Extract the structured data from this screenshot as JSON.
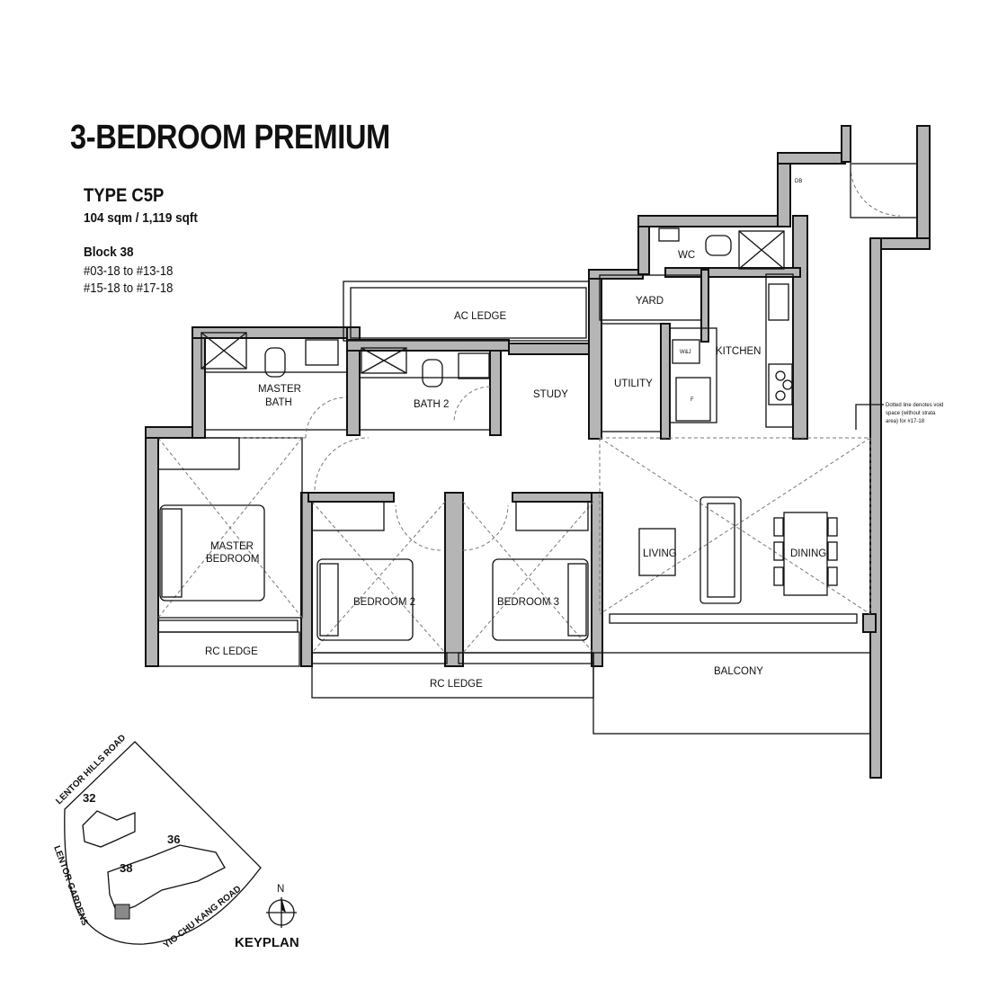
{
  "title": "3-BEDROOM PREMIUM",
  "unit_type": "TYPE C5P",
  "area": "104 sqm / 1,119 sqft",
  "block": "Block 38",
  "unit_ranges": [
    "#03-18 to #13-18",
    "#15-18 to #17-18"
  ],
  "rooms": {
    "ac_ledge": "AC LEDGE",
    "master_bath_1": "MASTER",
    "master_bath_2": "BATH",
    "bath2": "BATH 2",
    "study": "STUDY",
    "yard": "YARD",
    "wc": "WC",
    "utility": "UTILITY",
    "kitchen": "KITCHEN",
    "wsj": "W&J",
    "db": "DB",
    "fridge": "F",
    "master_bedroom_1": "MASTER",
    "master_bedroom_2": "BEDROOM",
    "bedroom2": "BEDROOM 2",
    "bedroom3": "BEDROOM 3",
    "living": "LIVING",
    "dining": "DINING",
    "rc_ledge_left": "RC LEDGE",
    "rc_ledge_bottom": "RC LEDGE",
    "balcony": "BALCONY"
  },
  "note": [
    "Dotted line denotes void",
    "space (without strata",
    "area) for #17-18"
  ],
  "keyplan": {
    "label": "KEYPLAN",
    "north": "N",
    "roads": [
      "LENTOR HILLS ROAD",
      "LENTOR GARDENS",
      "YIO CHU KANG ROAD"
    ],
    "blocks": [
      "32",
      "36",
      "38"
    ]
  }
}
